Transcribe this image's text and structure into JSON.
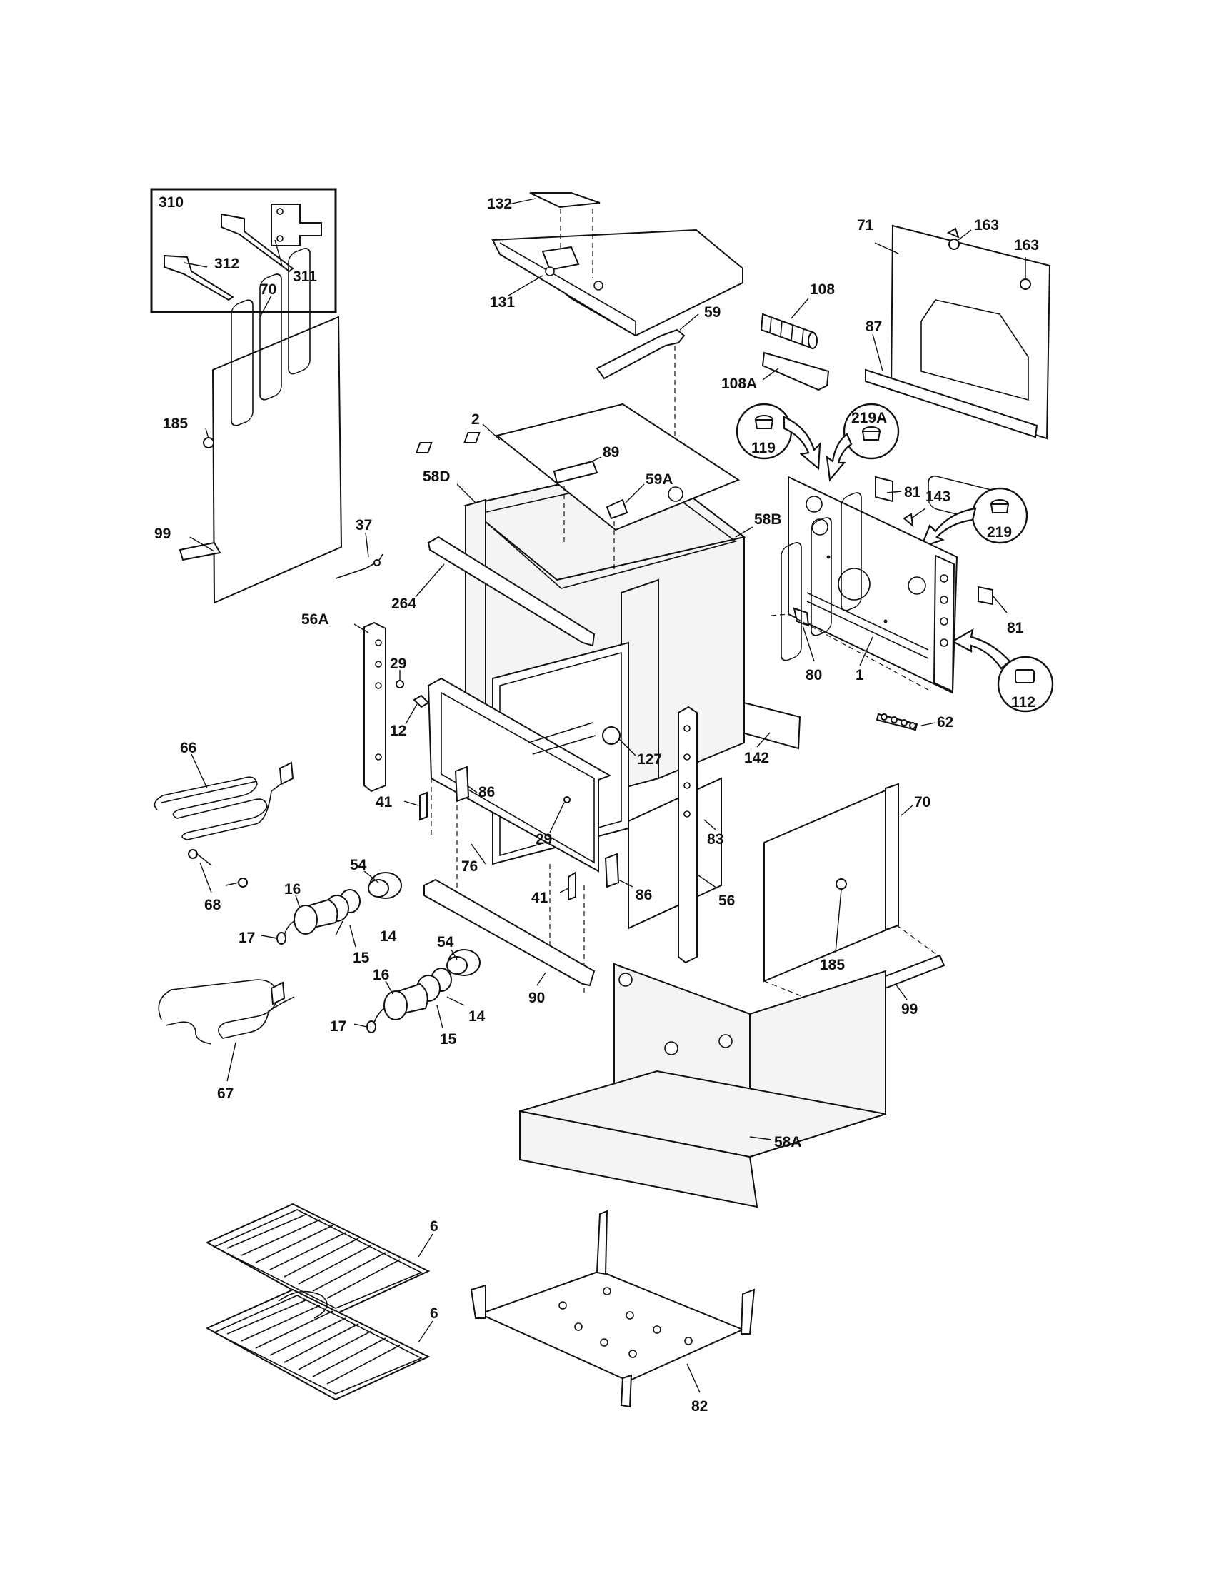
{
  "labels": {
    "l310": "310",
    "l311": "311",
    "l312": "312",
    "l132": "132",
    "l131": "131",
    "l59": "59",
    "l163a": "163",
    "l163b": "163",
    "l71": "71",
    "l108": "108",
    "l108A": "108A",
    "l87": "87",
    "l119": "119",
    "l219A": "219A",
    "l219": "219",
    "l81a": "81",
    "l143": "143",
    "l81b": "81",
    "l112": "112",
    "l80": "80",
    "l1": "1",
    "l62": "62",
    "l142": "142",
    "l58B": "58B",
    "l58D": "58D",
    "l2": "2",
    "l89": "89",
    "l59A": "59A",
    "l70a": "70",
    "l185a": "185",
    "l99a": "99",
    "l37": "37",
    "l264": "264",
    "l56A": "56A",
    "l29a": "29",
    "l12": "12",
    "l66": "66",
    "l41a": "41",
    "l86a": "86",
    "l127": "127",
    "l29b": "29",
    "l76": "76",
    "l83": "83",
    "l68": "68",
    "l54a": "54",
    "l16a": "16",
    "l14a": "14",
    "l17a": "17",
    "l15a": "15",
    "l41b": "41",
    "l86b": "86",
    "l56": "56",
    "l90": "90",
    "l70b": "70",
    "l185b": "185",
    "l99b": "99",
    "l54b": "54",
    "l16b": "16",
    "l14b": "14",
    "l17b": "17",
    "l15b": "15",
    "l67": "67",
    "l58A": "58A",
    "l6a": "6",
    "l6b": "6",
    "l82": "82"
  }
}
